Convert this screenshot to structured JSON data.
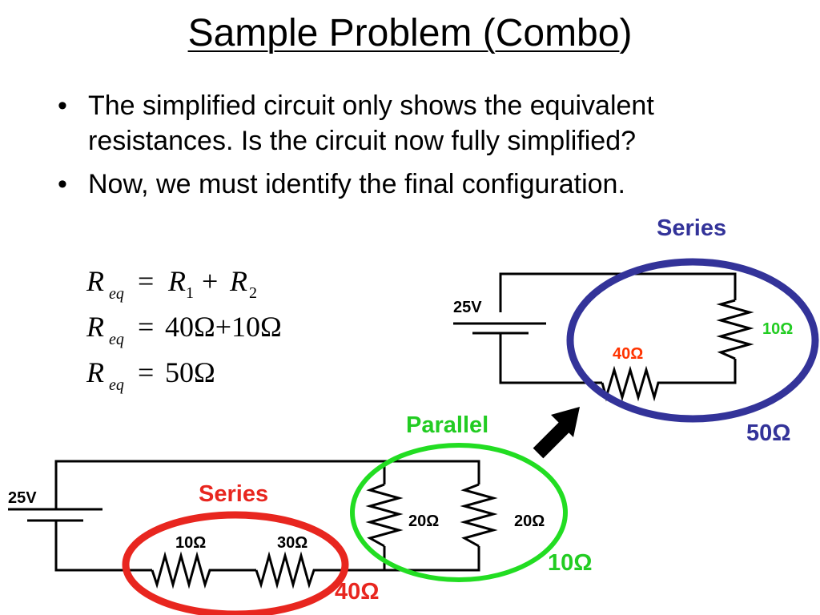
{
  "title": {
    "main": "Sample Problem (Combo",
    "close": ")"
  },
  "bullets": [
    "The simplified circuit only shows the equivalent resistances.  Is the circuit now fully simplified?",
    "Now, we must identify the final configuration."
  ],
  "bullet_glyph": "•",
  "equations": {
    "R": "R",
    "eq": "eq",
    "line1": {
      "rhs_a": "R",
      "sub_a": "1",
      "plus": "+",
      "rhs_b": "R",
      "sub_b": "2"
    },
    "line2": {
      "rhs": "40Ω+10Ω"
    },
    "line3": {
      "rhs": "50Ω"
    },
    "equals": "="
  },
  "top_circuit": {
    "voltage": "25V",
    "r_vertical": "10Ω",
    "r_bottom": "40Ω",
    "group_label": "Series",
    "result": "50Ω"
  },
  "bottom_circuit": {
    "voltage": "25V",
    "series_label": "Series",
    "r1": "10Ω",
    "r2": "30Ω",
    "series_result": "40Ω",
    "parallel_label": "Parallel",
    "r3": "20Ω",
    "r4": "20Ω",
    "parallel_result": "10Ω"
  },
  "colors": {
    "series_red": "#e8261f",
    "parallel_green": "#22dd22",
    "series_blue": "#333399",
    "ohm_red": "#ff3300",
    "green_text": "#22cc22",
    "blue_text": "#333399",
    "black": "#000000"
  }
}
